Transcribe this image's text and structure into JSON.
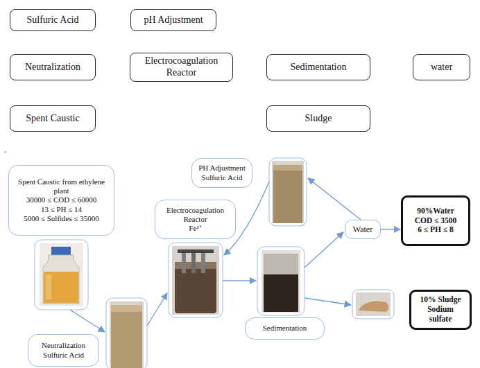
{
  "diagram": {
    "nodes": [
      {
        "text": [
          "Sulfuric Acid"
        ]
      },
      {
        "text": [
          "pH Adjustment"
        ]
      },
      {
        "text": [
          "Neutralization"
        ]
      },
      {
        "text": [
          "Electrocoagulation Reactor"
        ]
      },
      {
        "text": [
          "Sedimentation"
        ]
      },
      {
        "text": [
          "water"
        ]
      },
      {
        "text": [
          "Spent Caustic"
        ]
      },
      {
        "text": [
          "Sludge"
        ]
      },
      {
        "text": [
          "Spent Caustic from ethylene plant",
          "30000 ≤ COD ≤ 60000",
          "13 ≤ PH ≤ 14",
          "5000 ≤ Sulfides ≤ 35000"
        ]
      },
      {
        "text": [
          "Neutralization",
          "Sulfuric Acid"
        ]
      },
      {
        "text": [
          "Electrocoagulation Reactor",
          "Fe²⁺"
        ]
      },
      {
        "text": [
          "PH Adjustment",
          "Sulfuric Acid"
        ]
      },
      {
        "text": [
          "Sedimentation"
        ]
      },
      {
        "text": [
          "Water"
        ]
      },
      {
        "text": [
          "90%Water",
          "COD ≤ 3500",
          "6 ≤ PH ≤ 8"
        ]
      },
      {
        "text": [
          "10% Sludge",
          "Sodium sulfate"
        ]
      }
    ],
    "edges": [
      {
        "from": 13,
        "to": 14,
        "arrow": "to"
      }
    ],
    "labels": [
      "."
    ]
  }
}
